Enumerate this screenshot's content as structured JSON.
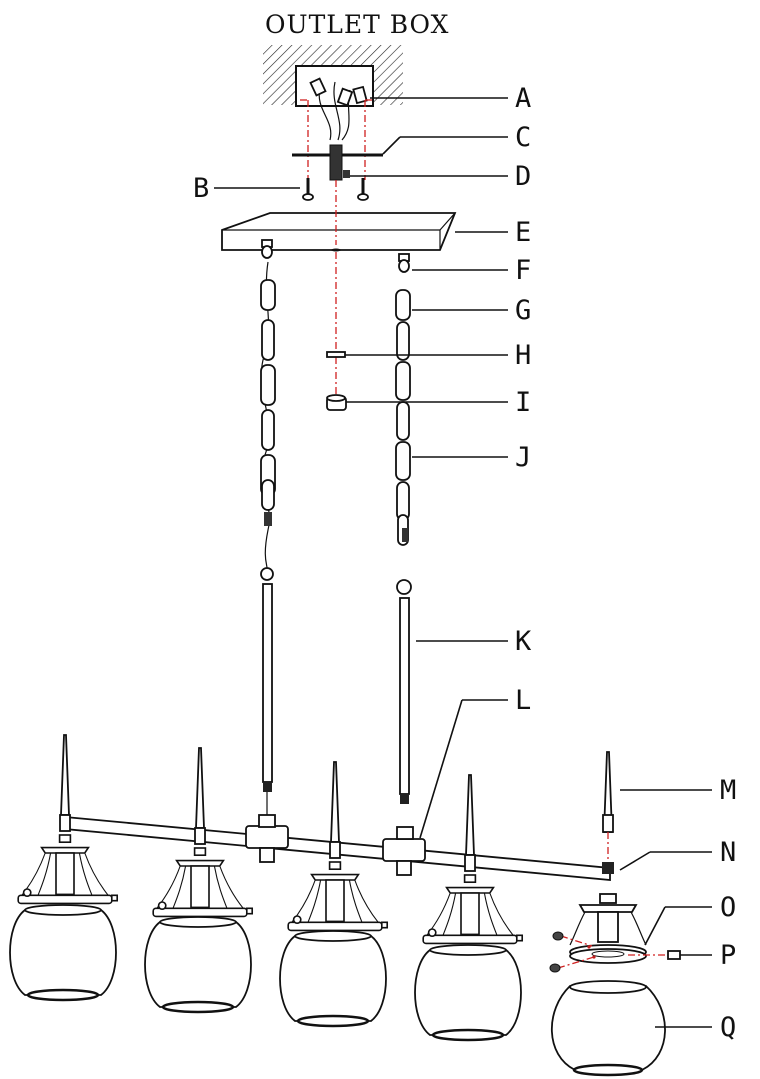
{
  "title": "OUTLET BOX",
  "labels": {
    "a": "A",
    "b": "B",
    "c": "C",
    "d": "D",
    "e": "E",
    "f": "F",
    "g": "G",
    "h": "H",
    "i": "I",
    "j": "J",
    "k": "K",
    "l": "L",
    "m": "M",
    "n": "N",
    "o": "O",
    "p": "P",
    "q": "Q"
  },
  "colors": {
    "line": "#111111",
    "guide": "#d02020",
    "background": "#ffffff"
  }
}
